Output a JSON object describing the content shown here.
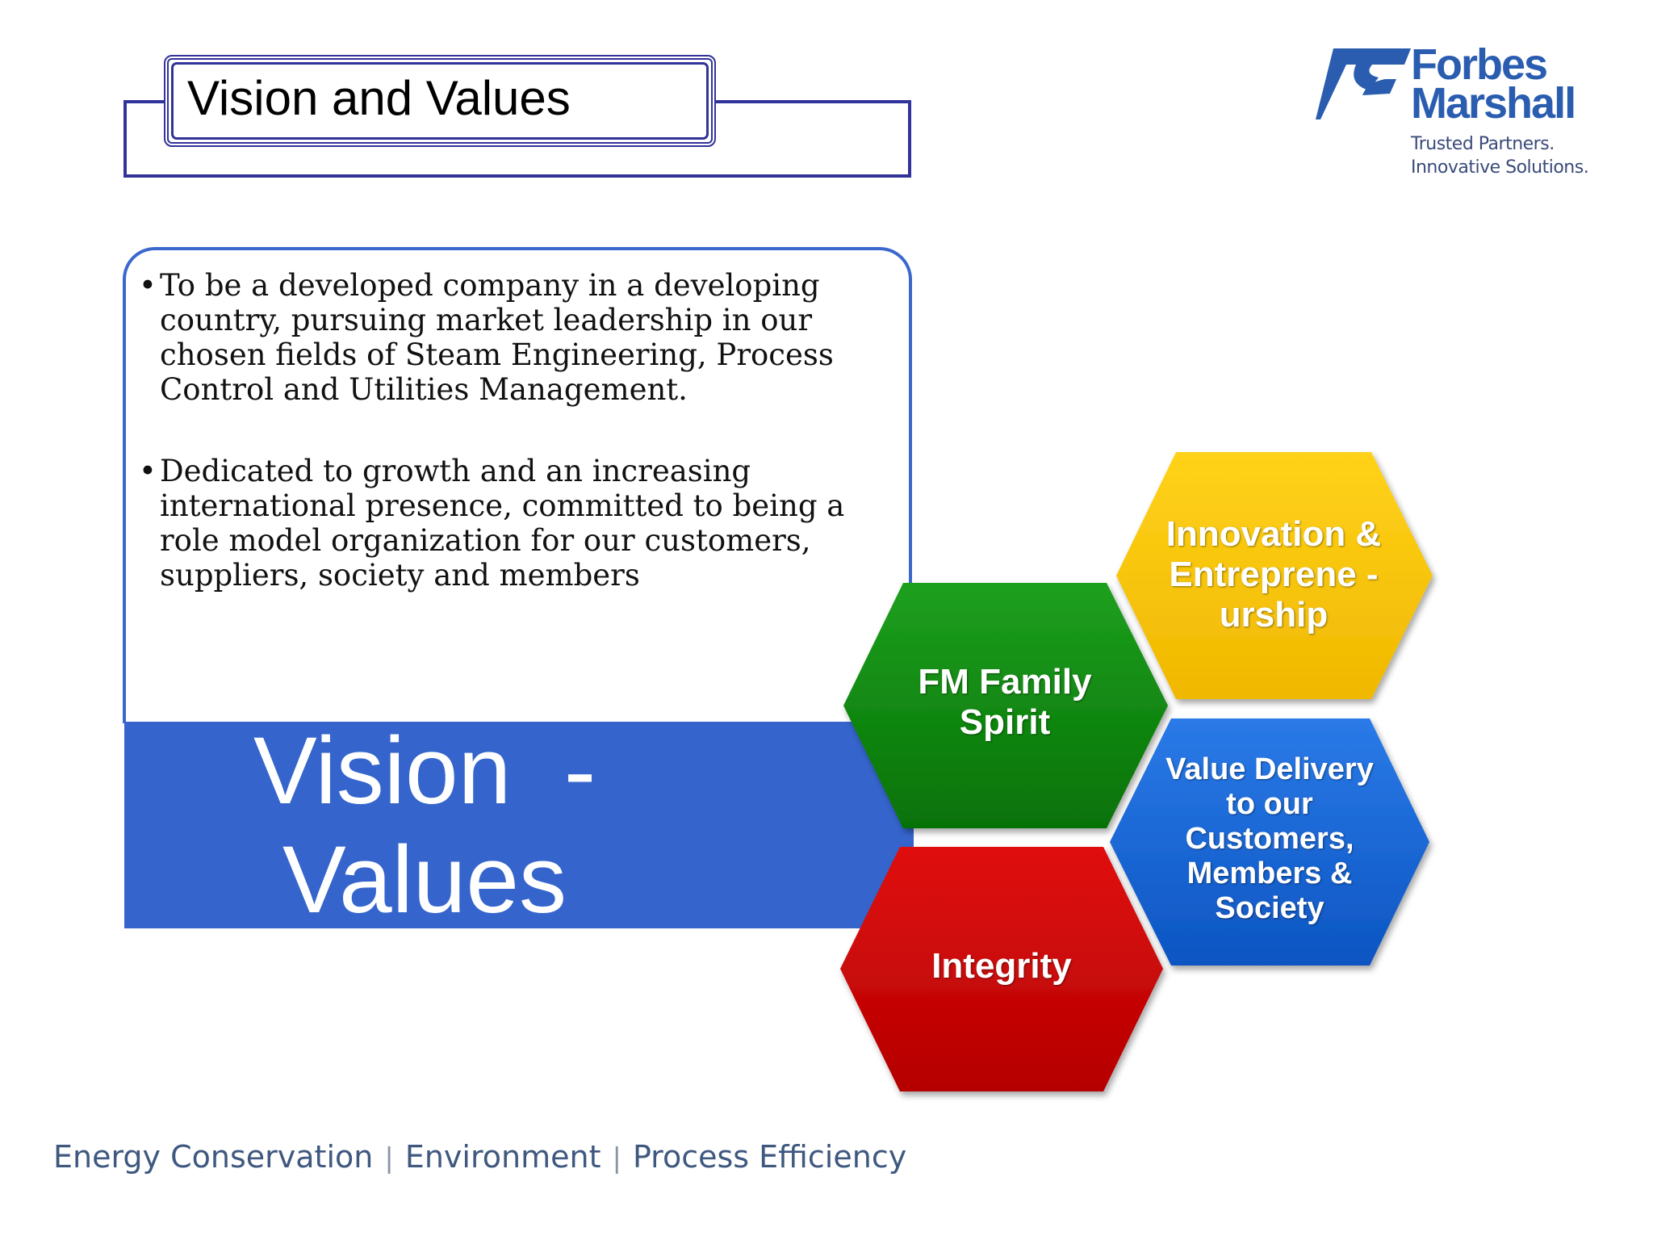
{
  "title": "Vision and Values",
  "logo": {
    "line1": "Forbes",
    "line2": "Marshall",
    "tagline1": "Trusted Partners.",
    "tagline2": "Innovative Solutions.",
    "color": "#2a5db0"
  },
  "vision": {
    "points": [
      "To be a developed company in a developing country, pursuing market leadership in our chosen fields of Steam Engineering, Process Control and Utilities Management.",
      "Dedicated to growth and an increasing international presence, committed to being a role model organization for our customers, suppliers, society and members"
    ],
    "bullet": "•"
  },
  "banner": {
    "line1": "Vision  -",
    "line2": "Values",
    "color": "#3565cc"
  },
  "values": [
    {
      "label_lines": [
        "FM Family",
        "Spirit"
      ],
      "color": "#0a8a0a"
    },
    {
      "label_lines": [
        "Innovation &",
        "Entreprene -",
        "urship"
      ],
      "color": "#f7c400"
    },
    {
      "label_lines": [
        "Value Delivery",
        "to our",
        "Customers,",
        "Members &",
        "Society"
      ],
      "color": "#1466d6"
    },
    {
      "label_lines": [
        "Integrity"
      ],
      "color": "#d00000"
    }
  ],
  "footer": {
    "items": [
      "Energy Conservation",
      "Environment",
      "Process Efficiency"
    ],
    "separator": "|"
  }
}
